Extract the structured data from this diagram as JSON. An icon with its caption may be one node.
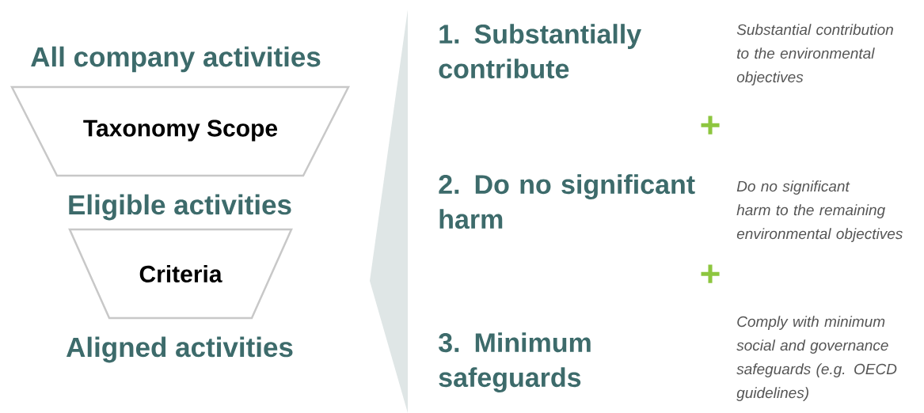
{
  "diagram": {
    "nodes": [
      {
        "text": [
          "Taxonomy Scope"
        ]
      },
      {
        "text": [
          "Criteria"
        ]
      },
      {
        "text": [],
        "shape": "band"
      }
    ],
    "labels": [
      "All company activities",
      "1. Substantially contribute",
      "Substantial contribution to the environmental objectives",
      "+",
      "Eligible activities",
      "2. Do no significant harm",
      "Do no significant harm to the remaining environmental objectives",
      "+",
      "Aligned activities",
      "3. Minimum safeguards",
      "Comply with minimum social and governance safeguards (e.g. OECD guidelines)"
    ]
  }
}
